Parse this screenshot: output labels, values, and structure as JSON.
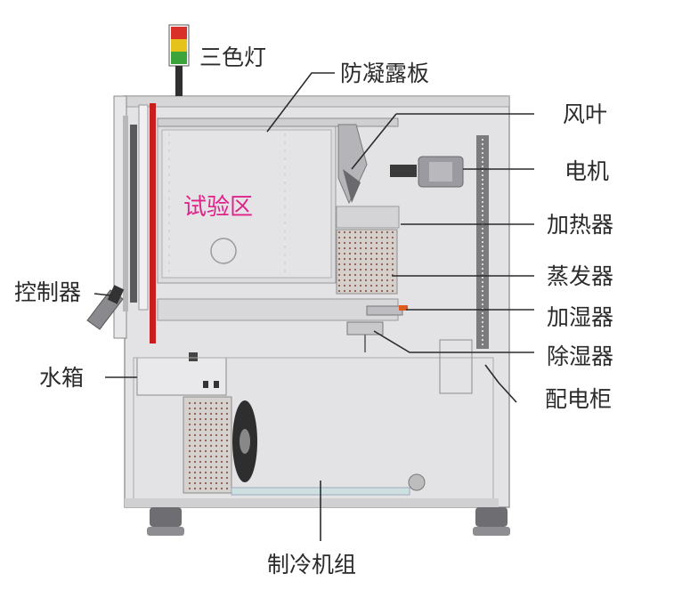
{
  "labels": {
    "tricolor_light": "三色灯",
    "anti_condensation_plate": "防凝露板",
    "fan_blade": "风叶",
    "motor": "电机",
    "heater": "加热器",
    "evaporator": "蒸发器",
    "humidifier": "加湿器",
    "dehumidifier": "除湿器",
    "distribution_cabinet": "配电柜",
    "controller": "控制器",
    "water_tank": "水箱",
    "refrigeration_unit": "制冷机组",
    "test_zone": "试验区"
  },
  "colors": {
    "machine_body": "#e3e3e5",
    "frame_line": "#8c8c8c",
    "door_seal": "#c81e1e",
    "label_text": "#2b2b2b",
    "test_zone_text": "#e0228a",
    "light_red": "#d9302a",
    "light_yellow": "#e6c31a",
    "light_green": "#3aa33a",
    "humidifier_valve": "#e05a1e"
  }
}
